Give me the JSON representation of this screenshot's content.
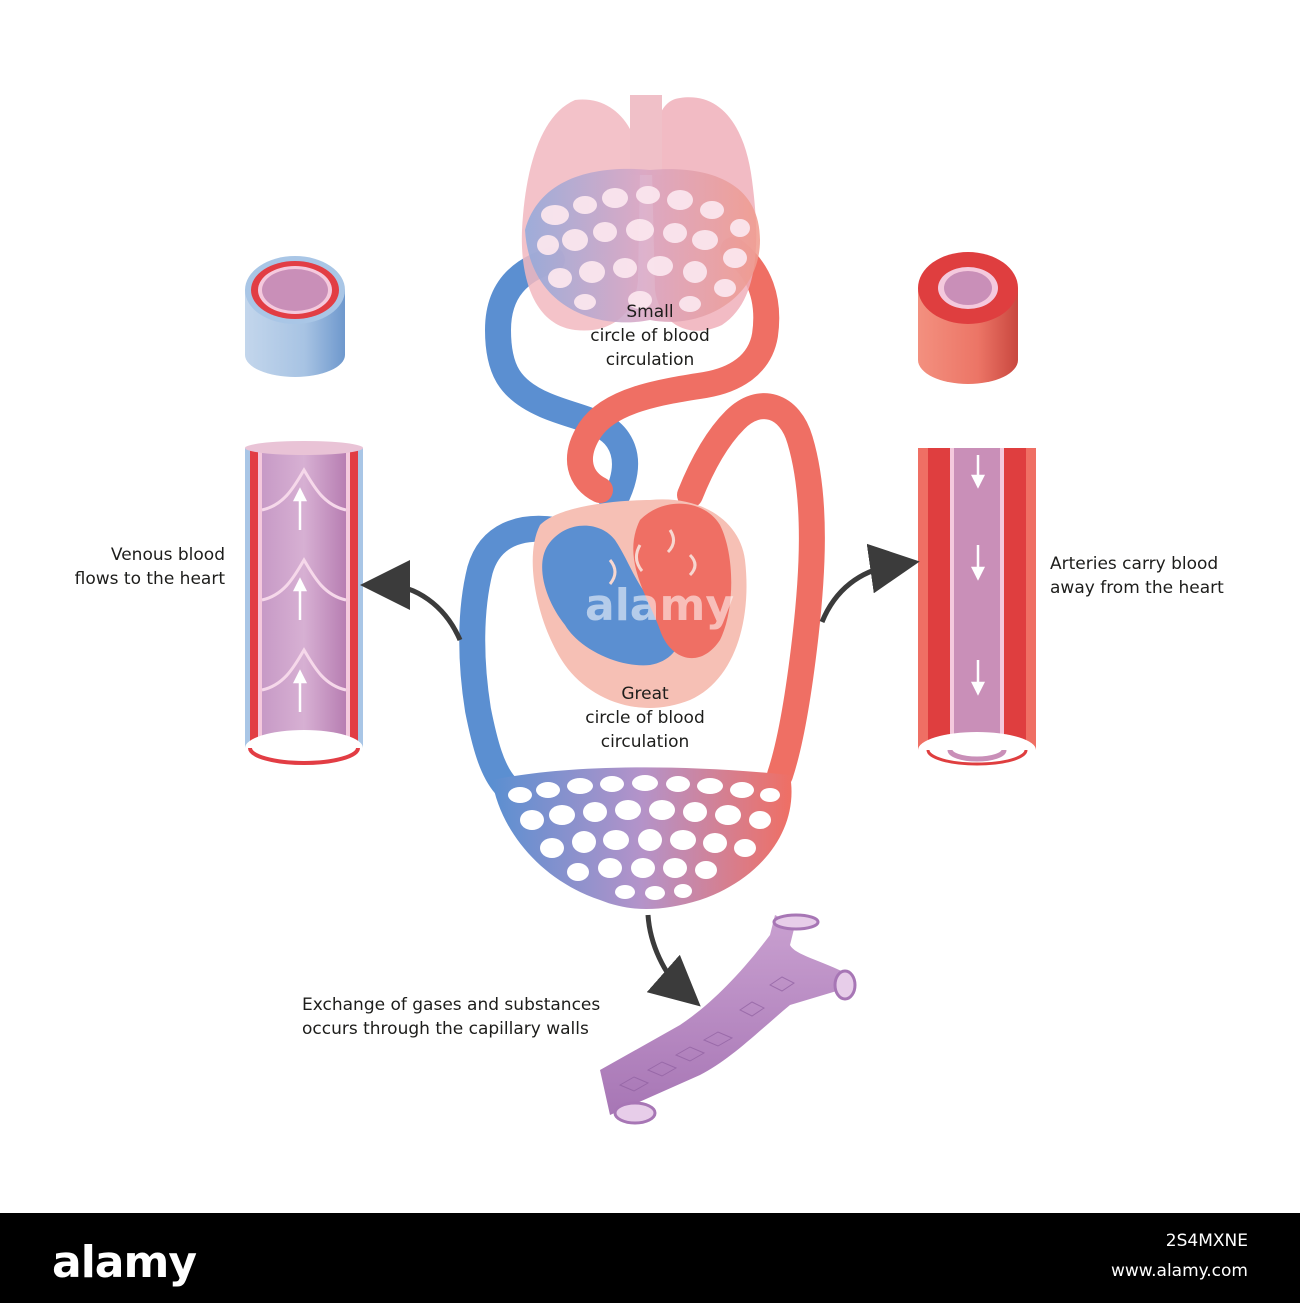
{
  "labels": {
    "small_circle": [
      "Small",
      "circle of blood",
      "circulation"
    ],
    "great_circle": [
      "Great",
      "circle of blood",
      "circulation"
    ],
    "venous": [
      "Venous blood",
      "flows to the heart"
    ],
    "arteries": [
      "Arteries carry blood",
      "away from the heart"
    ],
    "exchange": [
      "Exchange of gases and substances",
      "occurs through the capillary walls"
    ]
  },
  "footer": {
    "brand": "alamy",
    "image_id": "2S4MXNE",
    "url": "www.alamy.com"
  },
  "watermark": "alamy",
  "colors": {
    "vein": "#5b8fd1",
    "vein_light": "#a9c6e6",
    "artery": "#ef6f64",
    "artery_dark": "#df3e3f",
    "lumen": "#c98fb8",
    "heart_pink": "#f6c0b5",
    "lung": "#f2b8c0",
    "capillary": "#b98ac4",
    "arrow": "#3b3b3b"
  },
  "icons": {
    "direction_arrow": "arrow-curved-icon",
    "flow_arrow": "arrow-up-icon"
  }
}
